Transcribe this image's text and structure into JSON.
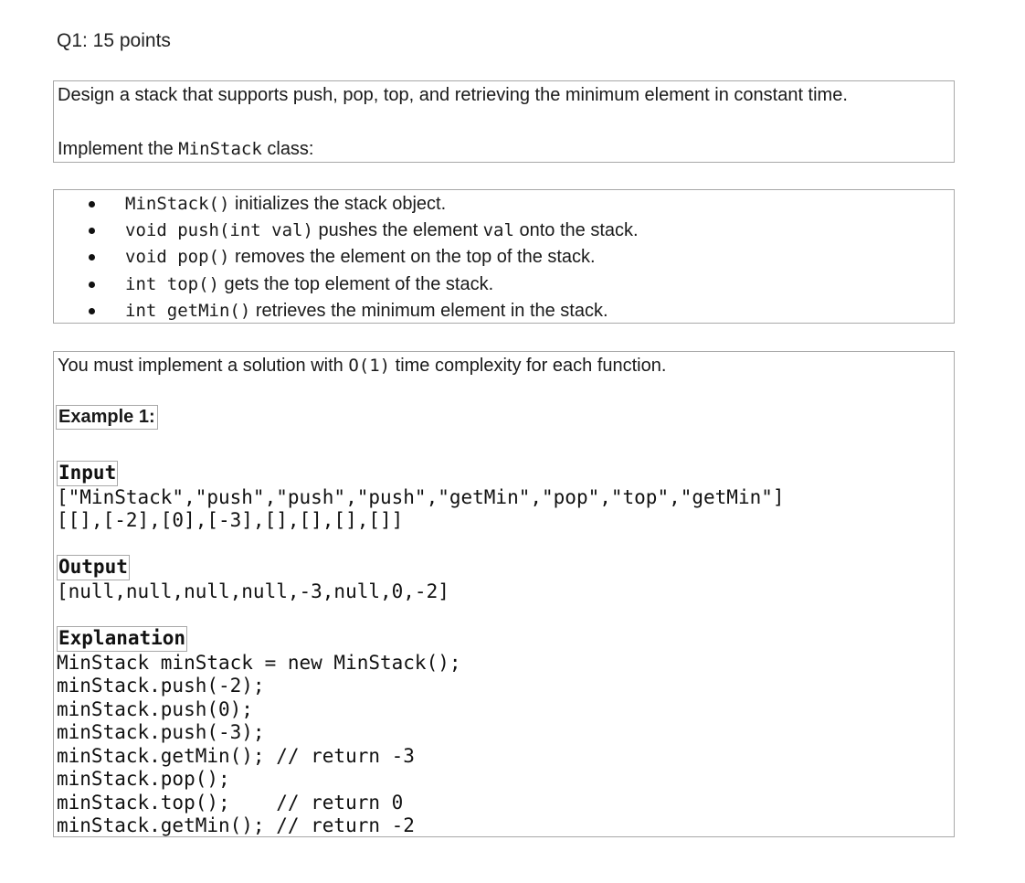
{
  "question_title": "Q1: 15 points",
  "intro": {
    "sentence": "Design a stack that supports push, pop, top, and retrieving the minimum element in constant time.",
    "implement_prefix": "Implement the ",
    "implement_code": "MinStack",
    "implement_suffix": " class:"
  },
  "methods": [
    {
      "code": "MinStack()",
      "text": " initializes the stack object."
    },
    {
      "code": "void push(int val)",
      "text": " pushes the element ",
      "code2": "val",
      "text2": " onto the stack."
    },
    {
      "code": "void pop()",
      "text": " removes the element on the top of the stack."
    },
    {
      "code": "int top()",
      "text": " gets the top element of the stack."
    },
    {
      "code": "int getMin()",
      "text": " retrieves the minimum element in the stack."
    }
  ],
  "requirement": {
    "prefix": "You must implement a solution with ",
    "code": "O(1)",
    "suffix": " time complexity for each function."
  },
  "example": {
    "label": "Example 1:",
    "input_label": "Input",
    "input_lines": [
      "[\"MinStack\",\"push\",\"push\",\"push\",\"getMin\",\"pop\",\"top\",\"getMin\"]",
      "[[],[-2],[0],[-3],[],[],[],[]]"
    ],
    "output_label": "Output",
    "output_lines": [
      "[null,null,null,null,-3,null,0,-2]"
    ],
    "explanation_label": "Explanation",
    "explanation_lines": [
      "MinStack minStack = new MinStack();",
      "minStack.push(-2);",
      "minStack.push(0);",
      "minStack.push(-3);",
      "minStack.getMin(); // return -3",
      "minStack.pop();",
      "minStack.top();    // return 0",
      "minStack.getMin(); // return -2"
    ]
  }
}
